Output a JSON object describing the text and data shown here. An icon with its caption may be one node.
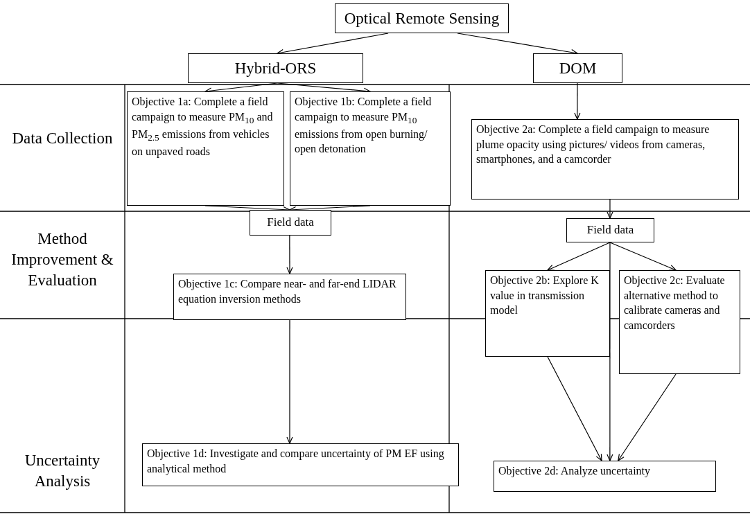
{
  "diagram": {
    "nodes": [
      {
        "text": [
          "Optical Remote Sensing"
        ]
      },
      {
        "text": [
          "Hybrid-ORS"
        ]
      },
      {
        "text": [
          "DOM"
        ]
      },
      {
        "text": [
          "Objective 1a: Complete a field campaign to measure PM$_{10}$ and PM$_{2.5}$ emissions from vehicles on unpaved roads"
        ]
      },
      {
        "text": [
          "Objective 1b: Complete a field campaign to measure PM$_{10}$ emissions from open burning/ open detonation"
        ]
      },
      {
        "text": [
          "Objective 2a: Complete a field campaign to measure plume opacity using pictures/ videos from cameras, smartphones, and a camcorder"
        ]
      },
      {
        "text": [
          "Field data"
        ]
      },
      {
        "text": [
          "Field data"
        ]
      },
      {
        "text": [
          "Objective 1c: Compare near- and far-end LIDAR equation inversion methods"
        ]
      },
      {
        "text": [
          "Objective 2b: Explore K value in transmission model"
        ]
      },
      {
        "text": [
          "Objective 2c: Evaluate alternative method to calibrate cameras and camcorders"
        ]
      },
      {
        "text": [
          "Objective 1d: Investigate and compare uncertainty of PM EF using analytical method"
        ]
      },
      {
        "text": [
          "Objective 2d: Analyze uncertainty"
        ]
      }
    ],
    "edges": [
      {
        "from": 0,
        "to": 1,
        "arrow": "to"
      },
      {
        "from": 0,
        "to": 2,
        "arrow": "to"
      },
      {
        "from": 1,
        "to": 3,
        "arrow": "to"
      },
      {
        "from": 1,
        "to": 4,
        "arrow": "to"
      },
      {
        "from": 2,
        "to": 5,
        "arrow": "to"
      },
      {
        "from": 3,
        "to": 6,
        "arrow": "to"
      },
      {
        "from": 4,
        "to": 6,
        "arrow": "to"
      },
      {
        "from": 5,
        "to": 7,
        "arrow": "to"
      },
      {
        "from": 6,
        "to": 8,
        "arrow": "to"
      },
      {
        "from": 7,
        "to": 9,
        "arrow": "to"
      },
      {
        "from": 7,
        "to": 12,
        "arrow": "to"
      },
      {
        "from": 7,
        "to": 10,
        "arrow": "to"
      },
      {
        "from": 8,
        "to": 11,
        "arrow": "to"
      },
      {
        "from": 9,
        "to": 12,
        "arrow": "to"
      },
      {
        "from": 10,
        "to": 12,
        "arrow": "to"
      }
    ],
    "labels": [
      "Data Collection",
      "Method Improvement & Evaluation",
      "Uncertainty Analysis"
    ]
  }
}
